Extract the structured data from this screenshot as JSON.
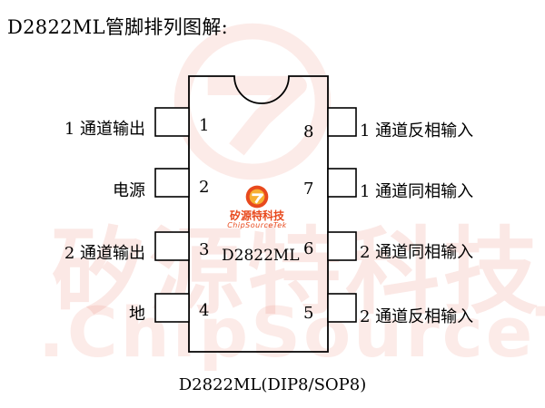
{
  "title": "D2822ML管脚排列图解:",
  "watermark": {
    "cn": "矽源特科技",
    "en": ".ChipSourceTek."
  },
  "logo": {
    "cn": "矽源特科技",
    "en": "ChipSourceTek",
    "color": "#e8491d"
  },
  "chip": {
    "name": "D2822ML",
    "caption": "D2822ML(DIP8/SOP8)"
  },
  "pins_left": [
    {
      "num": "1",
      "label": "1 通道输出"
    },
    {
      "num": "2",
      "label": "电源"
    },
    {
      "num": "3",
      "label": "2 通道输出"
    },
    {
      "num": "4",
      "label": "地"
    }
  ],
  "pins_right": [
    {
      "num": "8",
      "label": "1 通道反相输入"
    },
    {
      "num": "7",
      "label": "1 通道同相输入"
    },
    {
      "num": "6",
      "label": "2 通道同相输入"
    },
    {
      "num": "5",
      "label": "2 通道反相输入"
    }
  ]
}
